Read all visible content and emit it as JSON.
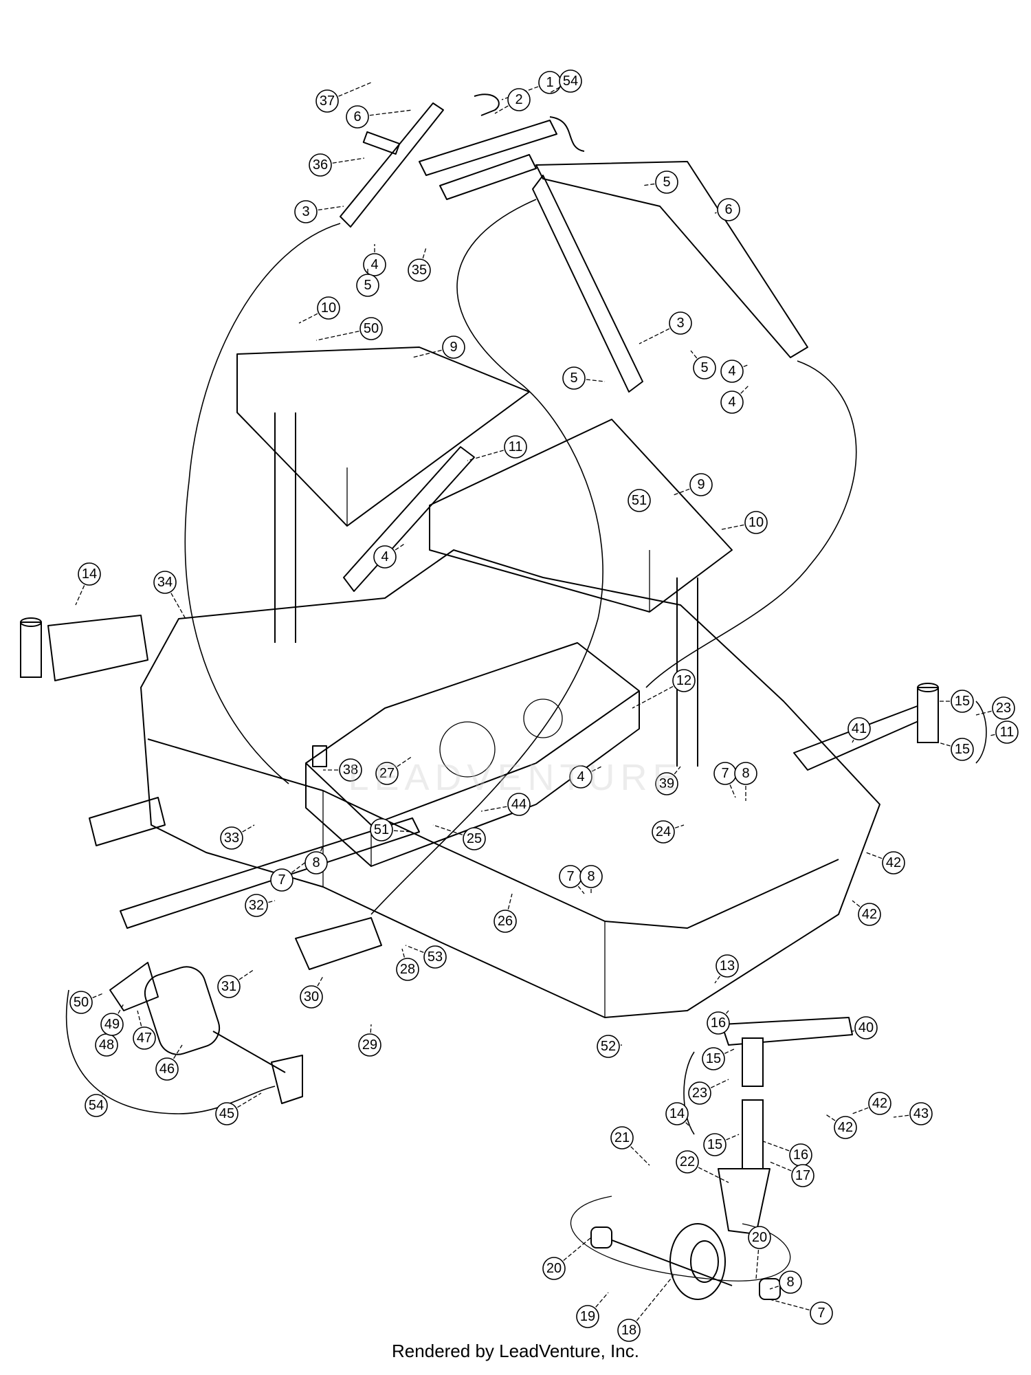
{
  "footer": {
    "credit": "Rendered by LeadVenture, Inc."
  },
  "watermark": {
    "text": "LEADVENTURE"
  },
  "callouts": [
    "1",
    "2",
    "3",
    "3",
    "4",
    "4",
    "4",
    "4",
    "4",
    "5",
    "5",
    "5",
    "5",
    "6",
    "6",
    "7",
    "7",
    "7",
    "7",
    "8",
    "8",
    "8",
    "8",
    "9",
    "9",
    "10",
    "10",
    "11",
    "11",
    "12",
    "13",
    "14",
    "14",
    "15",
    "15",
    "15",
    "15",
    "16",
    "16",
    "17",
    "18",
    "19",
    "20",
    "20",
    "21",
    "22",
    "23",
    "23",
    "24",
    "25",
    "26",
    "27",
    "28",
    "29",
    "30",
    "31",
    "32",
    "33",
    "34",
    "35",
    "36",
    "37",
    "38",
    "39",
    "40",
    "41",
    "42",
    "42",
    "42",
    "42",
    "43",
    "44",
    "45",
    "46",
    "47",
    "48",
    "49",
    "50",
    "50",
    "51",
    "51",
    "52",
    "53",
    "54",
    "54"
  ]
}
